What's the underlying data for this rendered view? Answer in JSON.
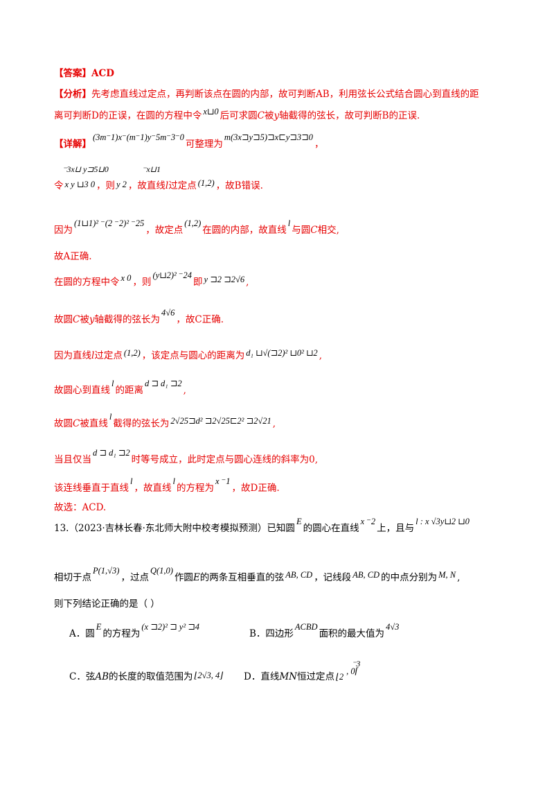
{
  "answer": {
    "label": "【答案】",
    "value": "ACD"
  },
  "analysis": {
    "label": "【分析】",
    "line1": "先考虑直线过定点，再判断该点在圆的内部，故可判断AB，利用弦长公式结合圆心到直线的距",
    "line2a": "离可判断D的正误，在圆的方程中令",
    "line2_math": "x⊔0",
    "line2b": "后可求圆",
    "line2_c": "C",
    "line2c": "被",
    "line2_y": "y",
    "line2d": "轴截得的弦长，故可判断B的正误."
  },
  "detail": {
    "label": "【详解】",
    "math1": "(3m⁻1)x⁻(m⁻1)y⁻5m⁻3⁻0",
    "t1": "可整理为",
    "math2": "m(3x⊐y⊐5)⊐x⊏y⊐3⊐0",
    "t1end": "，",
    "sys1_top": "⁻3x⊔ y⊐5⊔0",
    "sys1_bot": "x  y ⊔3    0",
    "t2a": "令",
    "t2b": "，则",
    "sys2_top": "⁻x⊔1",
    "sys2_bot": "y    2",
    "t2c": "，故直线",
    "t2_l": "l",
    "t2d": "过定点",
    "pt": "(1,2)",
    "t2e": "，故B错误.",
    "l3a": "因为",
    "l3_math": "(1⊔1)² ⁻(2 ⁻2)² ⁻25",
    "l3b": "，故定点",
    "l3_pt": "(1,2)",
    "l3c": "在圆的内部，故直线",
    "l3_l": "l",
    "l3d": "与圆",
    "l3_c": "C",
    "l3e": "相交,",
    "l4": "故A正确.",
    "l5a": "在圆的方程中令",
    "l5_math1": "x   0",
    "l5b": "，则",
    "l5_math2": "(y⊔2)² ⁻24",
    "l5c": "即",
    "l5_math3": "y ⊐2 ⊐2√6",
    "l5d": ",",
    "l6a": "故圆",
    "l6_c": "C",
    "l6b": "被",
    "l6_y": "y",
    "l6c": "轴截得的弦长为",
    "l6_math": "4√6",
    "l6d": "，故C正确.",
    "l7a": "因为直线",
    "l7_l": "l",
    "l7b": "过定点",
    "l7_pt": "(1,2)",
    "l7c": "，该定点与圆心的距离为",
    "l7_math": "d₁ ⊔√(⊐2)² ⊔0²  ⊔2",
    "l7d": ",",
    "l8a": "故圆心到直线",
    "l8_l": "l",
    "l8b": "的距离",
    "l8_math": "d ⊐ d₁ ⊐2",
    "l8c": ",",
    "l9a": "故圆",
    "l9_c": "C",
    "l9b": "被直线",
    "l9_l": "l",
    "l9c": "截得的弦长为",
    "l9_math": "2√25⊐d² ⊐2√25⊏2² ⊐2√21",
    "l9d": ",",
    "l10a": "当且仅当",
    "l10_math": "d ⊐ d₁ ⊐2",
    "l10b": "时等号成立，此时定点与圆心连线的斜率为0,",
    "l11a": "该连线垂直于直线",
    "l11_l": "l",
    "l11b": "，故直线",
    "l11_l2": "l",
    "l11c": "的方程为",
    "l11_math": "x ⁻1",
    "l11d": "，故D正确.",
    "l12": "故选：ACD."
  },
  "question": {
    "num": "13.",
    "source": "（2023·吉林长春·东北师大附中校考模拟预测）",
    "t1": "已知圆",
    "t1_e": "E",
    "t1b": "的圆心在直线",
    "t1_math": "x ⁻2",
    "t1c": "上，且与",
    "t1_line": "l : x   √3y⊔2  ⊔0",
    "t2a": "相切于点",
    "t2_p": "P(1,√3)",
    "t2b": "，过点",
    "t2_q": "Q(1,0)",
    "t2c": "作圆",
    "t2_e": "E",
    "t2d": "的两条互相垂直的弦",
    "t2_ab": "AB, CD",
    "t2e": "，记线段",
    "t2_ab2": "AB, CD",
    "t2f": "的中点分别为",
    "t2_mn": "M, N",
    "t2g": ",",
    "t3": "则下列结论正确的是（    ）",
    "optA_a": "A．圆",
    "optA_e": "E",
    "optA_b": "的方程为",
    "optA_math": "(x ⊐2)² ⊐ y² ⊐4",
    "optB_a": "B．四边形",
    "optB_math": "ACBD",
    "optB_b": "面积的最大值为",
    "optB_val": "4√3",
    "optC_a": "C．弦",
    "optC_ab": "AB",
    "optC_b": "的长度的取值范围为",
    "optC_math": "⌊2√3, 4⌋",
    "optD_a": "D．直线",
    "optD_mn": "MN",
    "optD_b": "恒过定点",
    "optD_top": "⁻3",
    "optD_bot": "⌊2",
    "optD_tail": ", 0⌈"
  }
}
